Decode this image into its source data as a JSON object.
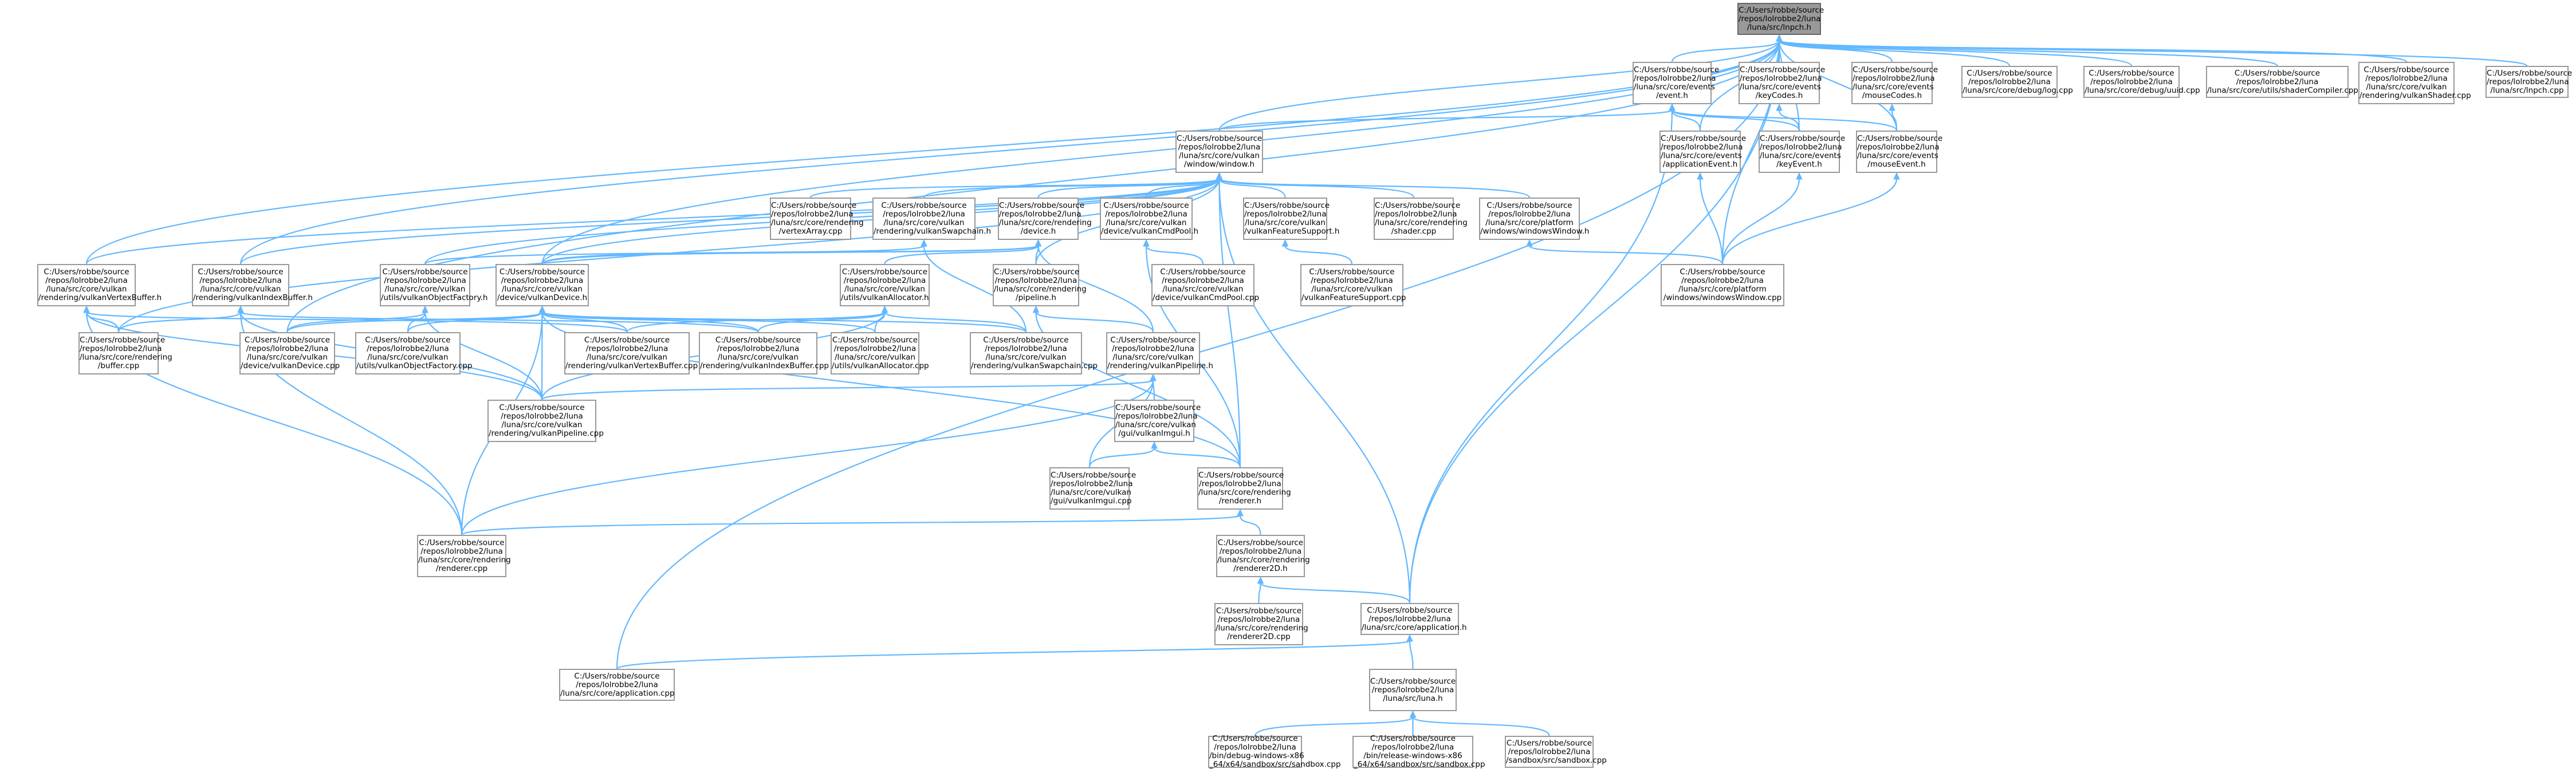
{
  "graph": {
    "colors": {
      "edge": "#63b8ff",
      "node_border": "#999999",
      "root_fill": "#999999"
    },
    "nodes": [
      {
        "id": "n0",
        "lines": [
          "C:/Users/robbe/source",
          "/repos/lolrobbe2/luna",
          "/luna/src/lnpch.h"
        ],
        "root": true
      },
      {
        "id": "n1",
        "lines": [
          "C:/Users/robbe/source",
          "/repos/lolrobbe2/luna",
          "/luna/src/core/events",
          "/event.h"
        ]
      },
      {
        "id": "n2",
        "lines": [
          "C:/Users/robbe/source",
          "/repos/lolrobbe2/luna",
          "/luna/src/core/events",
          "/keyCodes.h"
        ]
      },
      {
        "id": "n3",
        "lines": [
          "C:/Users/robbe/source",
          "/repos/lolrobbe2/luna",
          "/luna/src/core/events",
          "/mouseCodes.h"
        ]
      },
      {
        "id": "n4",
        "lines": [
          "C:/Users/robbe/source",
          "/repos/lolrobbe2/luna",
          "/luna/src/core/debug/log.cpp"
        ]
      },
      {
        "id": "n5",
        "lines": [
          "C:/Users/robbe/source",
          "/repos/lolrobbe2/luna",
          "/luna/src/core/debug/uuid.cpp"
        ]
      },
      {
        "id": "n6",
        "lines": [
          "C:/Users/robbe/source",
          "/repos/lolrobbe2/luna",
          "/luna/src/core/utils/shaderCompiler.cpp"
        ]
      },
      {
        "id": "n7",
        "lines": [
          "C:/Users/robbe/source",
          "/repos/lolrobbe2/luna",
          "/luna/src/core/vulkan",
          "/rendering/vulkanShader.cpp"
        ]
      },
      {
        "id": "n8",
        "lines": [
          "C:/Users/robbe/source",
          "/repos/lolrobbe2/luna",
          "/luna/src/lnpch.cpp"
        ]
      },
      {
        "id": "n9",
        "lines": [
          "C:/Users/robbe/source",
          "/repos/lolrobbe2/luna",
          "/luna/src/core/vulkan",
          "/window/window.h"
        ]
      },
      {
        "id": "n10",
        "lines": [
          "C:/Users/robbe/source",
          "/repos/lolrobbe2/luna",
          "/luna/src/core/events",
          "/applicationEvent.h"
        ]
      },
      {
        "id": "n11",
        "lines": [
          "C:/Users/robbe/source",
          "/repos/lolrobbe2/luna",
          "/luna/src/core/events",
          "/keyEvent.h"
        ]
      },
      {
        "id": "n12",
        "lines": [
          "C:/Users/robbe/source",
          "/repos/lolrobbe2/luna",
          "/luna/src/core/events",
          "/mouseEvent.h"
        ]
      },
      {
        "id": "n13",
        "lines": [
          "C:/Users/robbe/source",
          "/repos/lolrobbe2/luna",
          "/luna/src/core/rendering",
          "/vertexArray.cpp"
        ]
      },
      {
        "id": "n14",
        "lines": [
          "C:/Users/robbe/source",
          "/repos/lolrobbe2/luna",
          "/luna/src/core/vulkan",
          "/rendering/vulkanSwapchain.h"
        ]
      },
      {
        "id": "n15",
        "lines": [
          "C:/Users/robbe/source",
          "/repos/lolrobbe2/luna",
          "/luna/src/core/rendering",
          "/device.h"
        ]
      },
      {
        "id": "n16",
        "lines": [
          "C:/Users/robbe/source",
          "/repos/lolrobbe2/luna",
          "/luna/src/core/vulkan",
          "/device/vulkanCmdPool.h"
        ]
      },
      {
        "id": "n17",
        "lines": [
          "C:/Users/robbe/source",
          "/repos/lolrobbe2/luna",
          "/luna/src/core/vulkan",
          "/vulkanFeatureSupport.h"
        ]
      },
      {
        "id": "n18",
        "lines": [
          "C:/Users/robbe/source",
          "/repos/lolrobbe2/luna",
          "/luna/src/core/rendering",
          "/shader.cpp"
        ]
      },
      {
        "id": "n19",
        "lines": [
          "C:/Users/robbe/source",
          "/repos/lolrobbe2/luna",
          "/luna/src/core/platform",
          "/windows/windowsWindow.h"
        ]
      },
      {
        "id": "n20",
        "lines": [
          "C:/Users/robbe/source",
          "/repos/lolrobbe2/luna",
          "/luna/src/core/vulkan",
          "/rendering/vulkanVertexBuffer.h"
        ]
      },
      {
        "id": "n21",
        "lines": [
          "C:/Users/robbe/source",
          "/repos/lolrobbe2/luna",
          "/luna/src/core/vulkan",
          "/rendering/vulkanIndexBuffer.h"
        ]
      },
      {
        "id": "n22",
        "lines": [
          "C:/Users/robbe/source",
          "/repos/lolrobbe2/luna",
          "/luna/src/core/vulkan",
          "/utils/vulkanObjectFactory.h"
        ]
      },
      {
        "id": "n23",
        "lines": [
          "C:/Users/robbe/source",
          "/repos/lolrobbe2/luna",
          "/luna/src/core/vulkan",
          "/device/vulkanDevice.h"
        ]
      },
      {
        "id": "n24",
        "lines": [
          "C:/Users/robbe/source",
          "/repos/lolrobbe2/luna",
          "/luna/src/core/vulkan",
          "/utils/vulkanAllocator.h"
        ]
      },
      {
        "id": "n25",
        "lines": [
          "C:/Users/robbe/source",
          "/repos/lolrobbe2/luna",
          "/luna/src/core/rendering",
          "/pipeline.h"
        ]
      },
      {
        "id": "n26",
        "lines": [
          "C:/Users/robbe/source",
          "/repos/lolrobbe2/luna",
          "/luna/src/core/vulkan",
          "/device/vulkanCmdPool.cpp"
        ]
      },
      {
        "id": "n27",
        "lines": [
          "C:/Users/robbe/source",
          "/repos/lolrobbe2/luna",
          "/luna/src/core/vulkan",
          "/vulkanFeatureSupport.cpp"
        ]
      },
      {
        "id": "n28",
        "lines": [
          "C:/Users/robbe/source",
          "/repos/lolrobbe2/luna",
          "/luna/src/core/platform",
          "/windows/windowsWindow.cpp"
        ]
      },
      {
        "id": "n29",
        "lines": [
          "C:/Users/robbe/source",
          "/repos/lolrobbe2/luna",
          "/luna/src/core/rendering",
          "/buffer.cpp"
        ]
      },
      {
        "id": "n30",
        "lines": [
          "C:/Users/robbe/source",
          "/repos/lolrobbe2/luna",
          "/luna/src/core/vulkan",
          "/device/vulkanDevice.cpp"
        ]
      },
      {
        "id": "n31",
        "lines": [
          "C:/Users/robbe/source",
          "/repos/lolrobbe2/luna",
          "/luna/src/core/vulkan",
          "/utils/vulkanObjectFactory.cpp"
        ]
      },
      {
        "id": "n32",
        "lines": [
          "C:/Users/robbe/source",
          "/repos/lolrobbe2/luna",
          "/luna/src/core/vulkan",
          "/rendering/vulkanVertexBuffer.cpp"
        ]
      },
      {
        "id": "n33",
        "lines": [
          "C:/Users/robbe/source",
          "/repos/lolrobbe2/luna",
          "/luna/src/core/vulkan",
          "/rendering/vulkanIndexBuffer.cpp"
        ]
      },
      {
        "id": "n34",
        "lines": [
          "C:/Users/robbe/source",
          "/repos/lolrobbe2/luna",
          "/luna/src/core/vulkan",
          "/utils/vulkanAllocator.cpp"
        ]
      },
      {
        "id": "n35",
        "lines": [
          "C:/Users/robbe/source",
          "/repos/lolrobbe2/luna",
          "/luna/src/core/vulkan",
          "/rendering/vulkanSwapchain.cpp"
        ]
      },
      {
        "id": "n36",
        "lines": [
          "C:/Users/robbe/source",
          "/repos/lolrobbe2/luna",
          "/luna/src/core/vulkan",
          "/rendering/vulkanPipeline.h"
        ]
      },
      {
        "id": "n37",
        "lines": [
          "C:/Users/robbe/source",
          "/repos/lolrobbe2/luna",
          "/luna/src/core/vulkan",
          "/rendering/vulkanPipeline.cpp"
        ]
      },
      {
        "id": "n38",
        "lines": [
          "C:/Users/robbe/source",
          "/repos/lolrobbe2/luna",
          "/luna/src/core/vulkan",
          "/gui/vulkanImgui.h"
        ]
      },
      {
        "id": "n39",
        "lines": [
          "C:/Users/robbe/source",
          "/repos/lolrobbe2/luna",
          "/luna/src/core/vulkan",
          "/gui/vulkanImgui.cpp"
        ]
      },
      {
        "id": "n40",
        "lines": [
          "C:/Users/robbe/source",
          "/repos/lolrobbe2/luna",
          "/luna/src/core/rendering",
          "/renderer.h"
        ]
      },
      {
        "id": "n41",
        "lines": [
          "C:/Users/robbe/source",
          "/repos/lolrobbe2/luna",
          "/luna/src/core/rendering",
          "/renderer.cpp"
        ]
      },
      {
        "id": "n42",
        "lines": [
          "C:/Users/robbe/source",
          "/repos/lolrobbe2/luna",
          "/luna/src/core/rendering",
          "/renderer2D.h"
        ]
      },
      {
        "id": "n43",
        "lines": [
          "C:/Users/robbe/source",
          "/repos/lolrobbe2/luna",
          "/luna/src/core/rendering",
          "/renderer2D.cpp"
        ]
      },
      {
        "id": "n44",
        "lines": [
          "C:/Users/robbe/source",
          "/repos/lolrobbe2/luna",
          "/luna/src/core/application.h"
        ]
      },
      {
        "id": "n45",
        "lines": [
          "C:/Users/robbe/source",
          "/repos/lolrobbe2/luna",
          "/luna/src/core/application.cpp"
        ]
      },
      {
        "id": "n46",
        "lines": [
          "C:/Users/robbe/source",
          "/repos/lolrobbe2/luna",
          "/luna/src/luna.h"
        ]
      },
      {
        "id": "n47",
        "lines": [
          "C:/Users/robbe/source",
          "/repos/lolrobbe2/luna",
          "/bin/debug-windows-x86",
          "_64/x64/sandbox/src/sandbox.cpp"
        ]
      },
      {
        "id": "n48",
        "lines": [
          "C:/Users/robbe/source",
          "/repos/lolrobbe2/luna",
          "/bin/release-windows-x86",
          "_64/x64/sandbox/src/sandbox.cpp"
        ]
      },
      {
        "id": "n49",
        "lines": [
          "C:/Users/robbe/source",
          "/repos/lolrobbe2/luna",
          "/sandbox/src/sandbox.cpp"
        ]
      }
    ],
    "edges": [
      [
        "n0",
        "n1"
      ],
      [
        "n0",
        "n2"
      ],
      [
        "n0",
        "n3"
      ],
      [
        "n0",
        "n4"
      ],
      [
        "n0",
        "n5"
      ],
      [
        "n0",
        "n6"
      ],
      [
        "n0",
        "n7"
      ],
      [
        "n0",
        "n8"
      ],
      [
        "n0",
        "n9"
      ],
      [
        "n0",
        "n10"
      ],
      [
        "n0",
        "n11"
      ],
      [
        "n0",
        "n12"
      ],
      [
        "n0",
        "n20"
      ],
      [
        "n0",
        "n21"
      ],
      [
        "n0",
        "n23"
      ],
      [
        "n0",
        "n30"
      ],
      [
        "n0",
        "n28"
      ],
      [
        "n0",
        "n44"
      ],
      [
        "n0",
        "n45"
      ],
      [
        "n1",
        "n9"
      ],
      [
        "n1",
        "n10"
      ],
      [
        "n1",
        "n11"
      ],
      [
        "n1",
        "n12"
      ],
      [
        "n1",
        "n44"
      ],
      [
        "n2",
        "n11"
      ],
      [
        "n3",
        "n12"
      ],
      [
        "n9",
        "n13"
      ],
      [
        "n9",
        "n14"
      ],
      [
        "n9",
        "n15"
      ],
      [
        "n9",
        "n16"
      ],
      [
        "n9",
        "n17"
      ],
      [
        "n9",
        "n18"
      ],
      [
        "n9",
        "n19"
      ],
      [
        "n9",
        "n20"
      ],
      [
        "n9",
        "n21"
      ],
      [
        "n9",
        "n22"
      ],
      [
        "n9",
        "n23"
      ],
      [
        "n9",
        "n29"
      ],
      [
        "n9",
        "n40"
      ],
      [
        "n9",
        "n44"
      ],
      [
        "n9",
        "n25"
      ],
      [
        "n10",
        "n28"
      ],
      [
        "n11",
        "n28"
      ],
      [
        "n12",
        "n28"
      ],
      [
        "n19",
        "n28"
      ],
      [
        "n14",
        "n23"
      ],
      [
        "n14",
        "n35"
      ],
      [
        "n15",
        "n22"
      ],
      [
        "n15",
        "n23"
      ],
      [
        "n15",
        "n24"
      ],
      [
        "n15",
        "n25"
      ],
      [
        "n15",
        "n36"
      ],
      [
        "n16",
        "n26"
      ],
      [
        "n16",
        "n40"
      ],
      [
        "n17",
        "n27"
      ],
      [
        "n20",
        "n29"
      ],
      [
        "n20",
        "n32"
      ],
      [
        "n20",
        "n37"
      ],
      [
        "n20",
        "n41"
      ],
      [
        "n21",
        "n29"
      ],
      [
        "n21",
        "n33"
      ],
      [
        "n21",
        "n37"
      ],
      [
        "n21",
        "n41"
      ],
      [
        "n22",
        "n31"
      ],
      [
        "n22",
        "n30"
      ],
      [
        "n22",
        "n37"
      ],
      [
        "n23",
        "n30"
      ],
      [
        "n23",
        "n31"
      ],
      [
        "n23",
        "n32"
      ],
      [
        "n23",
        "n33"
      ],
      [
        "n23",
        "n34"
      ],
      [
        "n23",
        "n35"
      ],
      [
        "n23",
        "n37"
      ],
      [
        "n23",
        "n41"
      ],
      [
        "n23",
        "n40"
      ],
      [
        "n24",
        "n32"
      ],
      [
        "n24",
        "n33"
      ],
      [
        "n24",
        "n34"
      ],
      [
        "n24",
        "n35"
      ],
      [
        "n24",
        "n37"
      ],
      [
        "n25",
        "n36"
      ],
      [
        "n25",
        "n40"
      ],
      [
        "n36",
        "n37"
      ],
      [
        "n36",
        "n38"
      ],
      [
        "n36",
        "n39"
      ],
      [
        "n36",
        "n41"
      ],
      [
        "n38",
        "n39"
      ],
      [
        "n38",
        "n40"
      ],
      [
        "n40",
        "n41"
      ],
      [
        "n40",
        "n42"
      ],
      [
        "n42",
        "n43"
      ],
      [
        "n42",
        "n44"
      ],
      [
        "n44",
        "n45"
      ],
      [
        "n44",
        "n46"
      ],
      [
        "n46",
        "n47"
      ],
      [
        "n46",
        "n48"
      ],
      [
        "n46",
        "n49"
      ]
    ]
  }
}
